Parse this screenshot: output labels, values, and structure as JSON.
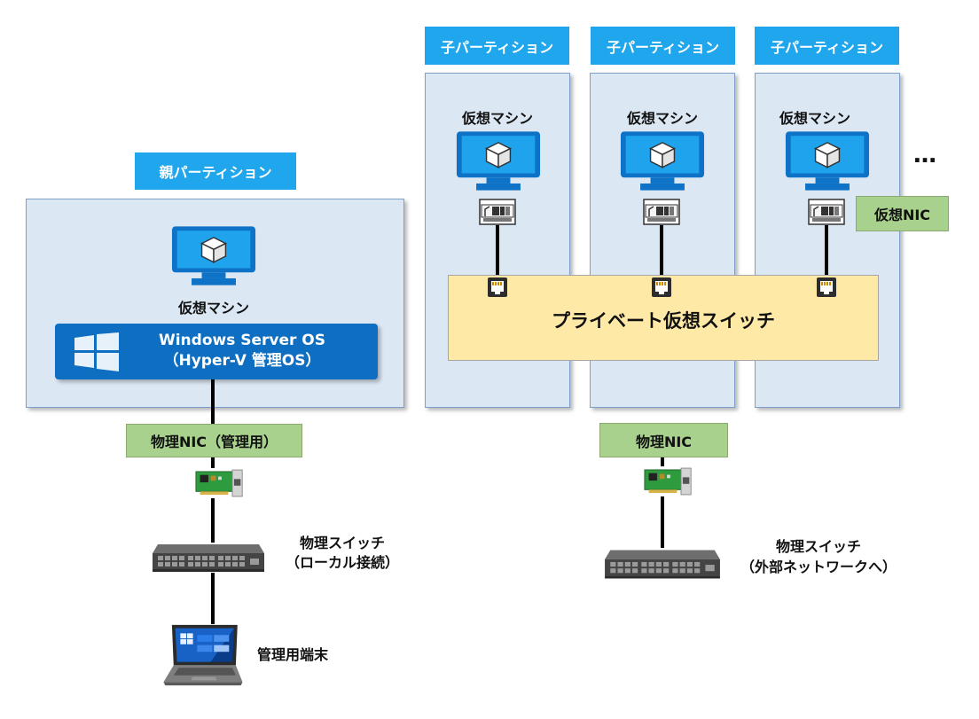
{
  "parent_partition": {
    "label": "親パーティション",
    "vm_label": "仮想マシン",
    "os_title": "Windows Server OS",
    "os_subtitle": "（Hyper-V 管理OS）"
  },
  "child_partitions": [
    {
      "label": "子パーティション",
      "vm_label": "仮想マシン"
    },
    {
      "label": "子パーティション",
      "vm_label": "仮想マシン"
    },
    {
      "label": "子パーティション",
      "vm_label": "仮想マシン"
    }
  ],
  "ellipsis": "…",
  "virtual_nic_label": "仮想NIC",
  "private_switch_label": "プライベート仮想スイッチ",
  "physical_nic_mgmt_label": "物理NIC（管理用）",
  "physical_nic_label": "物理NIC",
  "physical_switch_local": {
    "line1": "物理スイッチ",
    "line2": "（ローカル接続）"
  },
  "physical_switch_external": {
    "line1": "物理スイッチ",
    "line2": "（外部ネットワークへ）"
  },
  "management_terminal_label": "管理用端末",
  "icons": {
    "monitor": "monitor-icon",
    "cube": "cube-icon",
    "nic": "network-card-icon",
    "port": "ethernet-port-icon",
    "switch": "network-switch-icon",
    "laptop": "laptop-icon",
    "windows": "windows-logo-icon"
  },
  "colors": {
    "partition_tag": "#1fa6ec",
    "partition_panel": "#dce7f4",
    "nic_tag": "#a9d18e",
    "virtual_switch": "#ffe9a6",
    "os_bar": "#0e6ec2",
    "monitor": "#0e73c6"
  }
}
